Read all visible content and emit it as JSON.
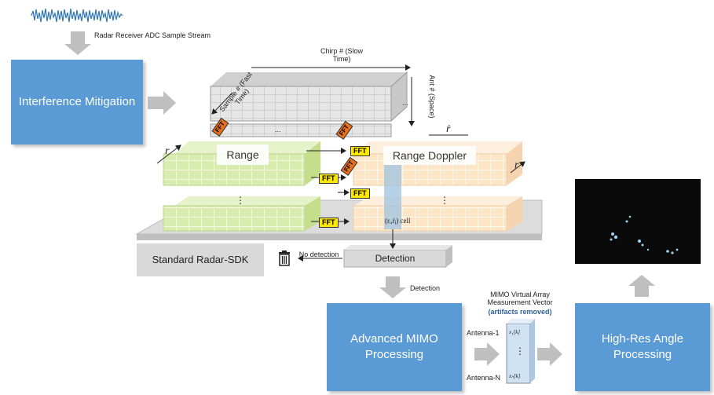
{
  "adc_label": "Radar Receiver ADC Sample Stream",
  "interference_box": "Interference Mitigation",
  "chirp_label": "Chirp # (Slow Time)",
  "sample_label": "Sample # (Fast Time)",
  "ant_label": "Ant # (Space)",
  "fft_label": "FFT",
  "range_label": "Range",
  "range_doppler_label": "Range Doppler",
  "r_symbol": "r",
  "rdot_symbol": "ṙ",
  "cell_label": "(rᵢ,ṙⱼ) cell",
  "ellipsis": "...",
  "vdots": "⋮",
  "standard_sdk": "Standard Radar-SDK",
  "no_detection": "No detection",
  "detection_box": "Detection",
  "detection_arrow": "Detection",
  "mimo_box": "Advanced MIMO Processing",
  "mimo_vector_title": "MIMO Virtual Array Measurement Vector",
  "artifacts_removed": "(artifacts removed)",
  "antenna_1": "Antenna-1",
  "antenna_n": "Antenna-N",
  "x1k": "x₁[k]",
  "xnk": "xₙ[k]",
  "high_res_box": "High-Res Angle Processing",
  "colors": {
    "box_blue": "#5b9bd5",
    "green": "#d9ecb0",
    "peach": "#fde6c8",
    "gray": "#d9d9d9",
    "fft_yellow": "#ffe800",
    "fft_orange": "#e86f1e"
  },
  "icons": [
    "trash-icon"
  ]
}
